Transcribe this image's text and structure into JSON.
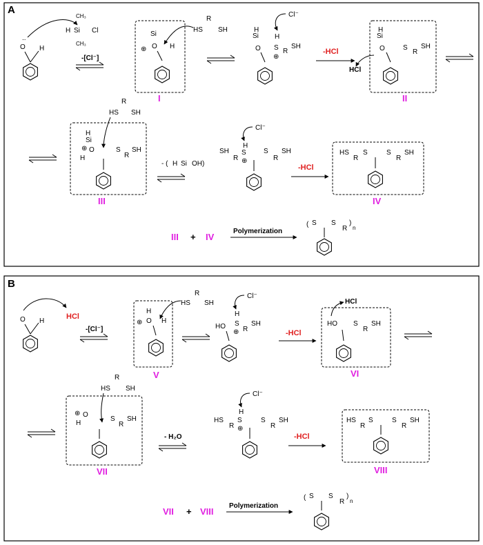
{
  "panels": {
    "a": {
      "label": "A",
      "cond_1": "-[Cl⁻]",
      "cond_2": "-HCl",
      "cond_3": "-HCl",
      "byproduct_hcl": "HCl",
      "roman_1": "I",
      "roman_2": "II",
      "roman_3": "III",
      "roman_4": "IV",
      "eq_left": "III",
      "eq_plus": "+",
      "eq_right": "IV",
      "polymerization": "Polymerization",
      "chloride": "Cl⁻"
    },
    "b": {
      "label": "B",
      "reagent_hcl": "HCl",
      "cond_1": "-[Cl⁻]",
      "cond_2": "-HCl",
      "cond_3": "- H₂O",
      "cond_4": "-HCl",
      "byproduct_hcl": "HCl",
      "roman_1": "V",
      "roman_2": "VI",
      "roman_3": "VII",
      "roman_4": "VIII",
      "eq_left": "VII",
      "eq_plus": "+",
      "eq_right": "VIII",
      "polymerization": "Polymerization",
      "chloride": "Cl⁻"
    }
  },
  "atoms": {
    "S": "S",
    "SH": "SH",
    "HS": "HS",
    "R": "R",
    "O": "O",
    "H": "H",
    "Si": "Si",
    "Cl": "Cl",
    "HO": "HO",
    "OH": "OH",
    "n": "n",
    "plus_charge": "⊕"
  }
}
